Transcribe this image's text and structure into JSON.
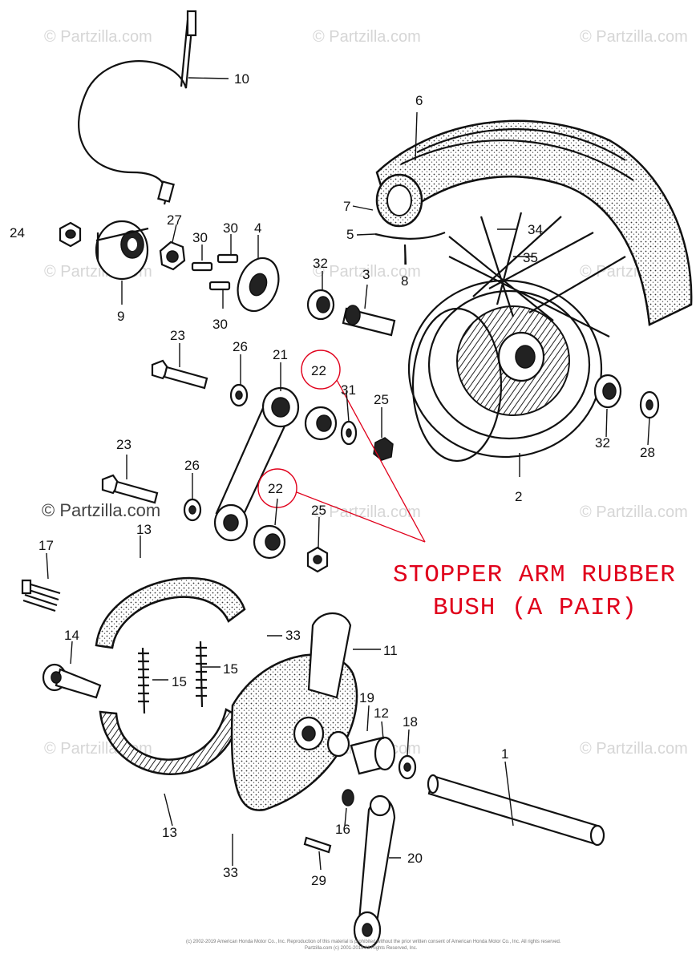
{
  "watermarks": [
    "© Partzilla.com",
    "© Partzilla.com",
    "© Partzilla.com",
    "© Partzilla.com",
    "© Partzilla.com",
    "© Partzilla.com",
    "© Partzilla.com",
    "© Partzilla.com",
    "© Partzilla.com",
    "© Partzilla.com",
    "© Partzilla.com",
    "© Partzilla.com"
  ],
  "callouts": {
    "c1": "1",
    "c2": "2",
    "c3": "3",
    "c4": "4",
    "c5": "5",
    "c6": "6",
    "c7": "7",
    "c8": "8",
    "c9": "9",
    "c10": "10",
    "c11": "11",
    "c12": "12",
    "c13": "13",
    "c13b": "13",
    "c14": "14",
    "c15a": "15",
    "c15b": "15",
    "c16": "16",
    "c17": "17",
    "c18": "18",
    "c19": "19",
    "c20": "20",
    "c21": "21",
    "c22a": "22",
    "c22b": "22",
    "c23a": "23",
    "c23b": "23",
    "c24": "24",
    "c25a": "25",
    "c25b": "25",
    "c26a": "26",
    "c26b": "26",
    "c27": "27",
    "c28": "28",
    "c29": "29",
    "c30a": "30",
    "c30b": "30",
    "c30c": "30",
    "c31": "31",
    "c32a": "32",
    "c32b": "32",
    "c33a": "33",
    "c33b": "33",
    "c34": "34",
    "c35": "35"
  },
  "highlight": {
    "line1": "STOPPER ARM RUBBER",
    "line2": "BUSH (A PAIR)",
    "color": "#e0001b"
  },
  "footer": {
    "line1": "(c) 2002-2019 American Honda Motor Co., Inc. Reproduction of this material is prohibited without the prior written consent of American Honda Motor Co., Inc. All rights reserved.",
    "line2": "Partzilla.com (c) 2001-2019 All Rights Reserved, Inc."
  }
}
